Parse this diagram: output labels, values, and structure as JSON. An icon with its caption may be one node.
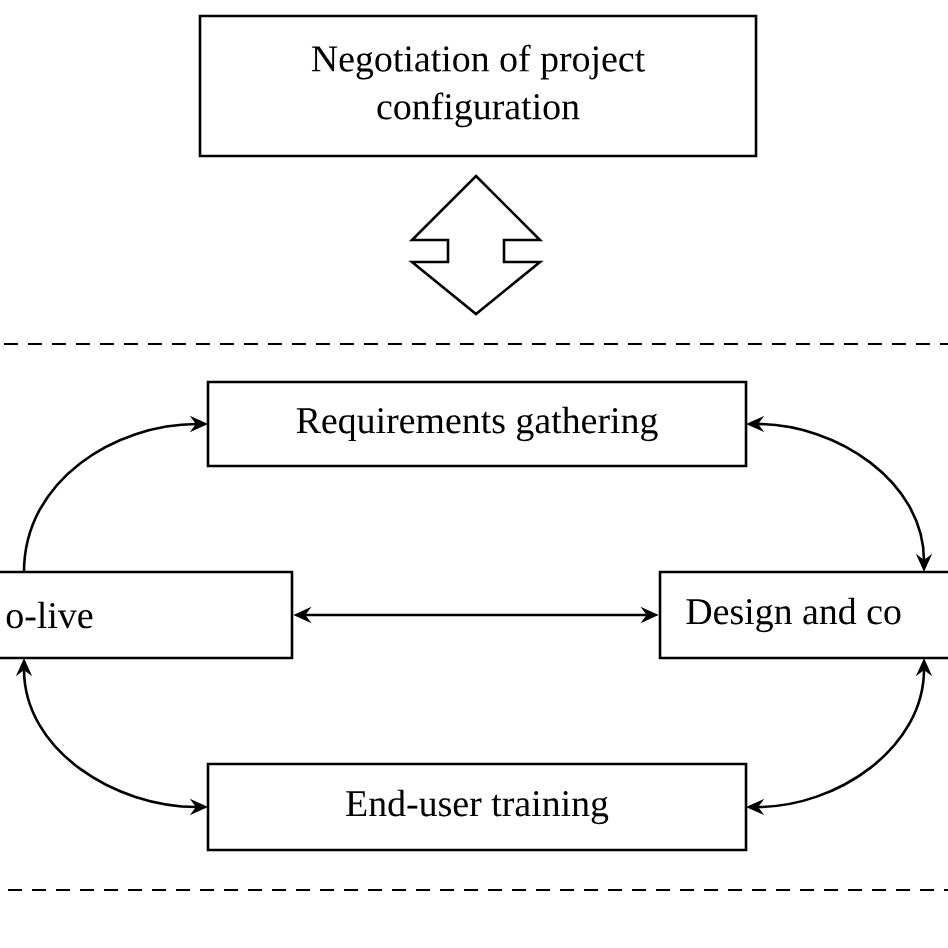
{
  "diagram": {
    "nodes": [
      {
        "text": [
          "Negotiation of project configuration"
        ]
      },
      {
        "text": [],
        "shape": "box"
      },
      {
        "text": [
          "Requirements gathering"
        ],
        "in": 1
      },
      {
        "text": [
          "o-live"
        ],
        "in": 1
      },
      {
        "text": [
          "Design and co"
        ],
        "in": 1
      },
      {
        "text": [
          "End-user training"
        ],
        "in": 1
      }
    ],
    "edges": [
      {
        "from": 0,
        "to": 1,
        "arrow": "both",
        "style": "thick"
      },
      {
        "from": 3,
        "to": 2,
        "arrow": "to"
      },
      {
        "from": 2,
        "to": 4,
        "arrow": "both"
      },
      {
        "from": 3,
        "to": 4,
        "arrow": "both"
      },
      {
        "from": 3,
        "to": 5,
        "arrow": "both"
      },
      {
        "from": 5,
        "to": 4,
        "arrow": "both"
      }
    ]
  }
}
